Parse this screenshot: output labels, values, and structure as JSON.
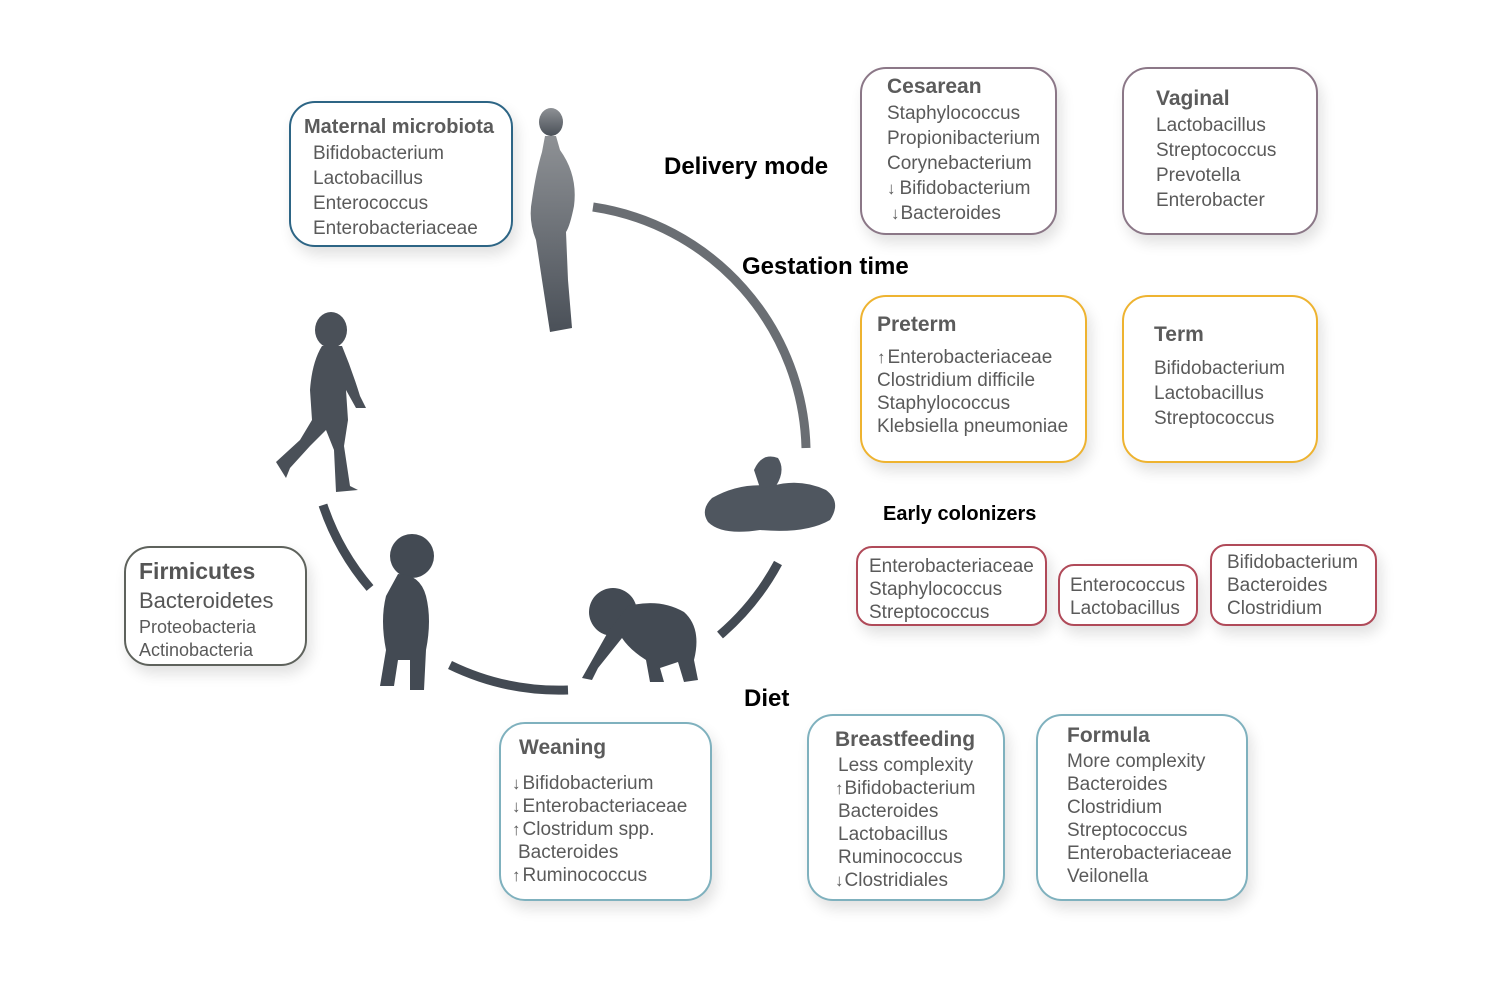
{
  "categories": {
    "delivery_mode": "Delivery mode",
    "gestation_time": "Gestation time",
    "early_colonizers": "Early colonizers",
    "diet": "Diet"
  },
  "maternal": {
    "title": "Maternal microbiota",
    "items": [
      "Bifidobacterium",
      "Lactobacillus",
      "Enterococcus",
      "Enterobacteriaceae"
    ]
  },
  "cesarean": {
    "title": "Cesarean",
    "items": [
      "Staphylococcus",
      "Propionibacterium",
      "Corynebacterium",
      "Bifidobacterium",
      "Bacteroides"
    ]
  },
  "vaginal": {
    "title": "Vaginal",
    "items": [
      "Lactobacillus",
      "Streptococcus",
      "Prevotella",
      "Enterobacter"
    ]
  },
  "preterm": {
    "title": "Preterm",
    "items": [
      "Enterobacteriaceae",
      "Clostridium difficile",
      "Staphylococcus",
      "Klebsiella pneumoniae"
    ]
  },
  "term": {
    "title": "Term",
    "items": [
      "Bifidobacterium",
      "Lactobacillus",
      "Streptococcus"
    ]
  },
  "early1": {
    "items": [
      "Enterobacteriaceae",
      "Staphylococcus",
      "Streptococcus"
    ]
  },
  "early2": {
    "items": [
      "Enterococcus",
      "Lactobacillus"
    ]
  },
  "early3": {
    "items": [
      "Bifidobacterium",
      "Bacteroides",
      "Clostridium"
    ]
  },
  "weaning": {
    "title": "Weaning",
    "items": [
      "Bifidobacterium",
      "Enterobacteriaceae",
      "Clostridum spp.",
      "Bacteroides",
      "Ruminococcus"
    ]
  },
  "breastfeeding": {
    "title": "Breastfeeding",
    "items": [
      "Less complexity",
      "Bifidobacterium",
      "Bacteroides",
      "Lactobacillus",
      "Ruminococcus",
      "Clostridiales"
    ]
  },
  "formula": {
    "title": "Formula",
    "items": [
      "More complexity",
      "Bacteroides",
      "Clostridium",
      "Streptococcus",
      "Enterobacteriaceae",
      "Veilonella"
    ]
  },
  "adult": {
    "items": [
      "Firmicutes",
      "Bacteroidetes",
      "Proteobacteria",
      "Actinobacteria"
    ]
  },
  "arrows": {
    "up": "↑",
    "down": "↓"
  },
  "icons": {
    "pregnant": "pregnant-woman-icon",
    "newborn": "newborn-baby-icon",
    "crawler": "crawling-baby-icon",
    "toddler": "toddler-icon",
    "child": "walking-child-icon"
  },
  "colors": {
    "maternal": "#2d6585",
    "delivery": "#8b7787",
    "gestation": "#eeb330",
    "colonizers": "#b04a59",
    "diet": "#7fb1be",
    "adult": "#5e625c"
  }
}
